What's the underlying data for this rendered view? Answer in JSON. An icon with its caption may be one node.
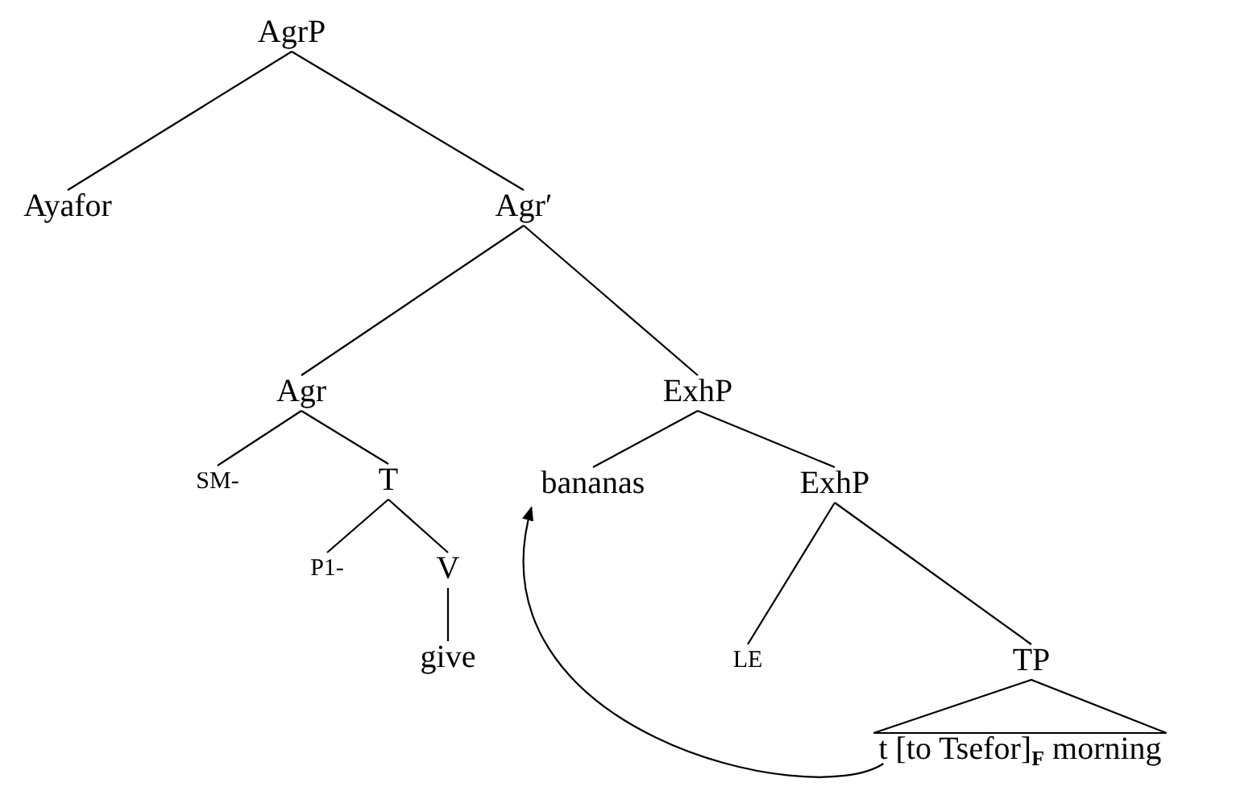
{
  "diagram": {
    "nodes": [
      {
        "text": [
          "AgrP"
        ]
      },
      {
        "text": [
          "Ayafor"
        ]
      },
      {
        "text": [
          "Agr′"
        ]
      },
      {
        "text": [
          "Agr"
        ]
      },
      {
        "text": [
          "ExhP"
        ]
      },
      {
        "text": [
          "SM-"
        ]
      },
      {
        "text": [
          "T"
        ]
      },
      {
        "text": [
          "bananas"
        ]
      },
      {
        "text": [
          "ExhP"
        ]
      },
      {
        "text": [
          "P1-"
        ]
      },
      {
        "text": [
          "V"
        ]
      },
      {
        "text": [
          "give"
        ]
      },
      {
        "text": [
          "LE"
        ]
      },
      {
        "text": [
          "TP"
        ]
      },
      {
        "text": [
          "t [to Tsefor]$_{F}$ morning"
        ]
      }
    ],
    "edges": [
      {
        "from": 0,
        "to": 1,
        "arrow": "none"
      },
      {
        "from": 0,
        "to": 2,
        "arrow": "none"
      },
      {
        "from": 2,
        "to": 3,
        "arrow": "none"
      },
      {
        "from": 2,
        "to": 4,
        "arrow": "none"
      },
      {
        "from": 3,
        "to": 5,
        "arrow": "none"
      },
      {
        "from": 3,
        "to": 6,
        "arrow": "none"
      },
      {
        "from": 4,
        "to": 7,
        "arrow": "none"
      },
      {
        "from": 4,
        "to": 8,
        "arrow": "none"
      },
      {
        "from": 6,
        "to": 9,
        "arrow": "none"
      },
      {
        "from": 6,
        "to": 10,
        "arrow": "none"
      },
      {
        "from": 10,
        "to": 11,
        "arrow": "none"
      },
      {
        "from": 8,
        "to": 12,
        "arrow": "none"
      },
      {
        "from": 8,
        "to": 13,
        "arrow": "none"
      },
      {
        "from": 13,
        "to": 14,
        "arrow": "none"
      },
      {
        "from": 14,
        "to": 7,
        "arrow": "to"
      }
    ]
  }
}
